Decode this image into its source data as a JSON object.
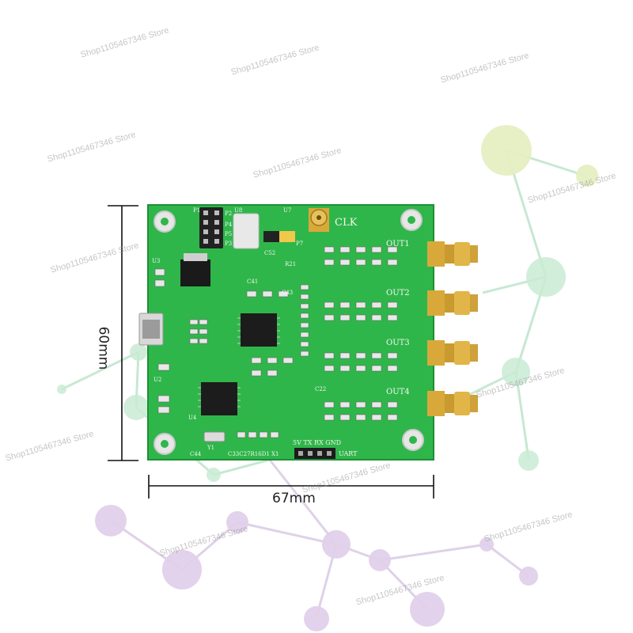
{
  "product": {
    "dim_height": "60mm",
    "dim_width": "67mm"
  },
  "watermark": "Shop1105467346 Store",
  "board_labels": {
    "clk": "CLK",
    "out1": "OUT1",
    "out2": "OUT2",
    "out3": "OUT3",
    "out4": "OUT4",
    "uart_pins": "5V TX RX GND",
    "uart": "UART",
    "u8": "U8",
    "u7": "U7",
    "p1": "P1",
    "p2": "P2",
    "p3": "P3",
    "p4": "P4",
    "p5": "P5",
    "p7": "P7",
    "c52": "C52",
    "r21": "R21",
    "u2": "U2",
    "u3": "U3",
    "u4": "U4",
    "y1": "Y1",
    "c44": "C44",
    "c41": "C41",
    "c43": "C43",
    "c22": "C22",
    "bottom_refs": "C33C27R16D1 X1"
  },
  "colors": {
    "pcb": "#2fb64a",
    "pcb_dark": "#1f8f36",
    "gold": "#d8a93a",
    "silk": "#f4f4f4"
  }
}
